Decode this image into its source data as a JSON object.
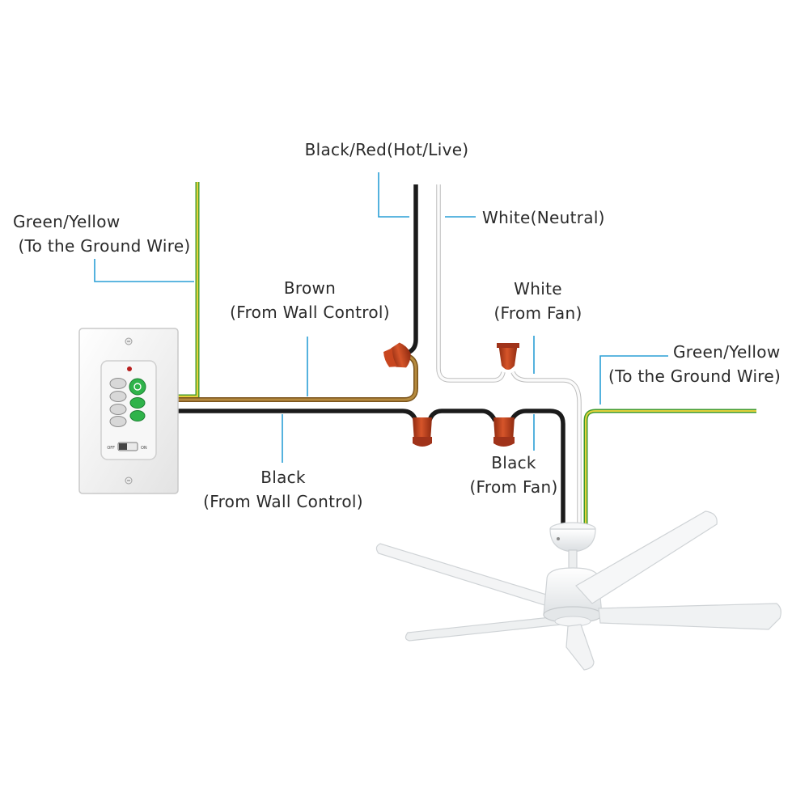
{
  "labels": {
    "hot_live": "Black/Red(Hot/Live)",
    "neutral": "White(Neutral)",
    "ground_left": {
      "line1": "Green/Yellow",
      "line2": "(To the Ground Wire)"
    },
    "brown_wall": {
      "line1": "Brown",
      "line2": "(From Wall Control)"
    },
    "white_fan": {
      "line1": "White",
      "line2": "(From Fan)"
    },
    "ground_right": {
      "line1": "Green/Yellow",
      "line2": "(To the Ground Wire)"
    },
    "black_fan": {
      "line1": "Black",
      "line2": "(From Fan)"
    },
    "black_wall": {
      "line1": "Black",
      "line2": "(From Wall Control)"
    }
  },
  "wall_control": {
    "off_label": "OFF",
    "on_label": "ON"
  },
  "colors": {
    "black_wire": "#1b1b1b",
    "brown_wire": "#9a6e2c",
    "white_wire": "#f4f4f4",
    "ground_green": "#3f9a2c",
    "ground_yellow": "#e5d23c",
    "wire_nut": "#b43a1c",
    "leader_line": "#2a9fd6",
    "remote_button_green": "#2fb34a",
    "remote_button_gray": "#d8d8d8"
  }
}
